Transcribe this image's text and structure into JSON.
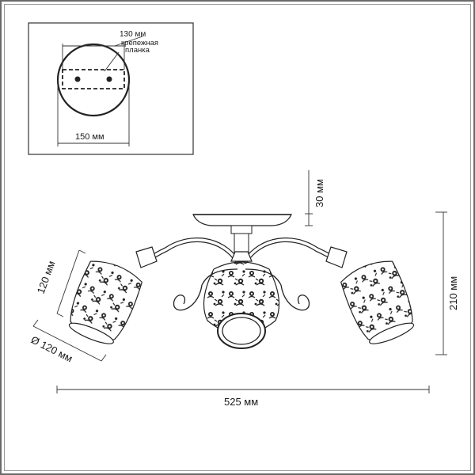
{
  "inset": {
    "mount_width": "130 мм",
    "mount_label_line1": "крепежная",
    "mount_label_line2": "планка",
    "canopy_diameter": "150 мм"
  },
  "dimensions": {
    "overall_width": "525 мм",
    "overall_height": "210 мм",
    "canopy_height": "30 мм",
    "shade_height": "120 мм",
    "shade_diameter": "Ø 120 мм"
  }
}
